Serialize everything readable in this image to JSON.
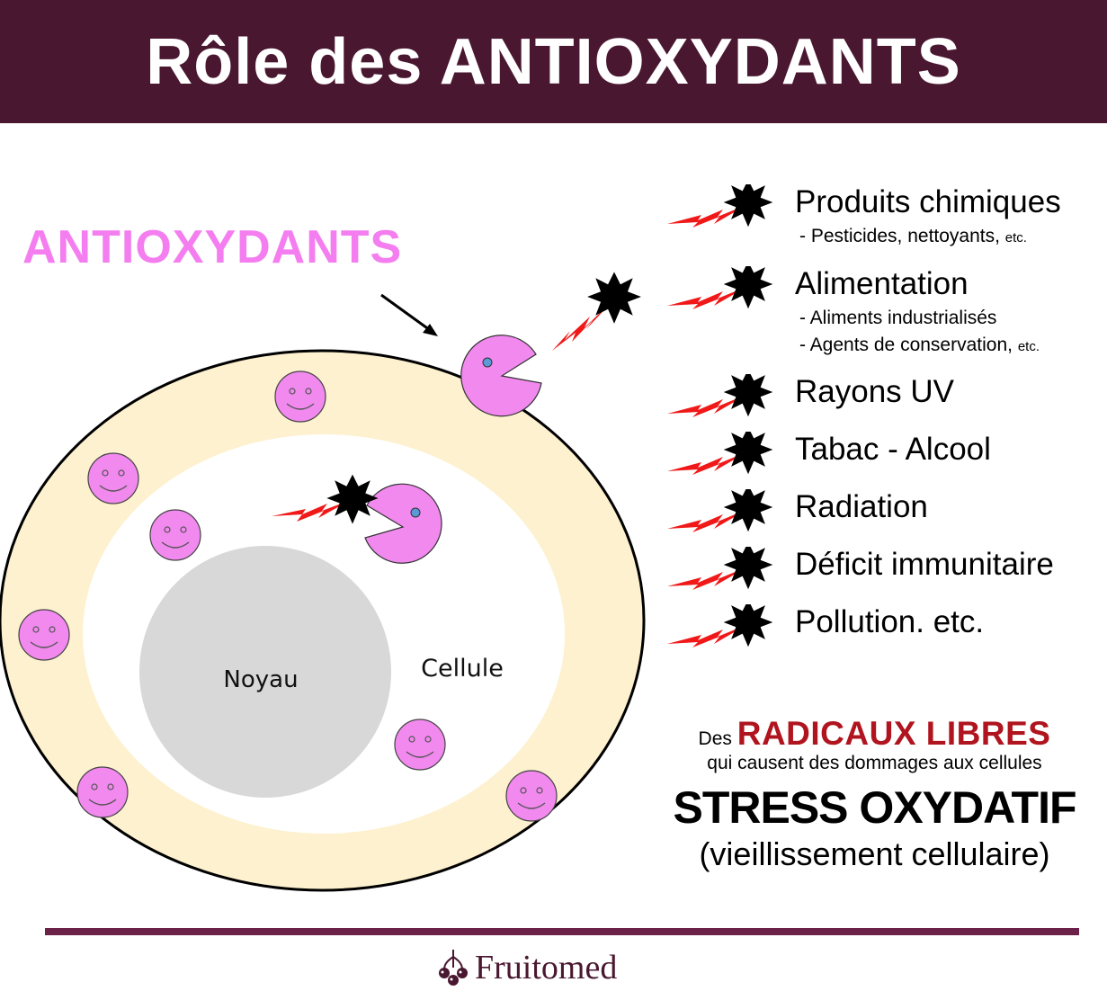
{
  "header": {
    "title": "Rôle des ANTIOXYDANTS"
  },
  "diagram": {
    "antioxidants_label": "ANTIOXYDANTS",
    "nucleus_label": "Noyau",
    "cell_label": "Cellule"
  },
  "causes": [
    {
      "title": "Produits chimiques",
      "subs": [
        {
          "text": "- Pesticides, nettoyants, ",
          "small": "etc."
        }
      ]
    },
    {
      "title": "Alimentation",
      "subs": [
        {
          "text": "- Aliments industrialisés",
          "small": ""
        },
        {
          "text": "- Agents de conservation, ",
          "small": "etc."
        }
      ]
    },
    {
      "title": "Rayons UV",
      "subs": []
    },
    {
      "title": "Tabac - Alcool",
      "subs": []
    },
    {
      "title": "Radiation",
      "subs": []
    },
    {
      "title": "Déficit immunitaire",
      "subs": []
    },
    {
      "title": "Pollution. etc.",
      "subs": []
    }
  ],
  "summary": {
    "prefix": "Des ",
    "highlight": "RADICAUX LIBRES",
    "line2": "qui causent des dommages aux cellules",
    "line3": "STRESS OXYDATIF",
    "line4": "(vieillissement cellulaire)"
  },
  "footer": {
    "brand": "Fruitomed"
  },
  "colors": {
    "header_bg": "#4a1730",
    "pink": "#f47ef0",
    "membrane": "#fdf1cf",
    "nucleus": "#d8d8d8",
    "lightning": "#f01818",
    "radical_red": "#b0141e"
  }
}
